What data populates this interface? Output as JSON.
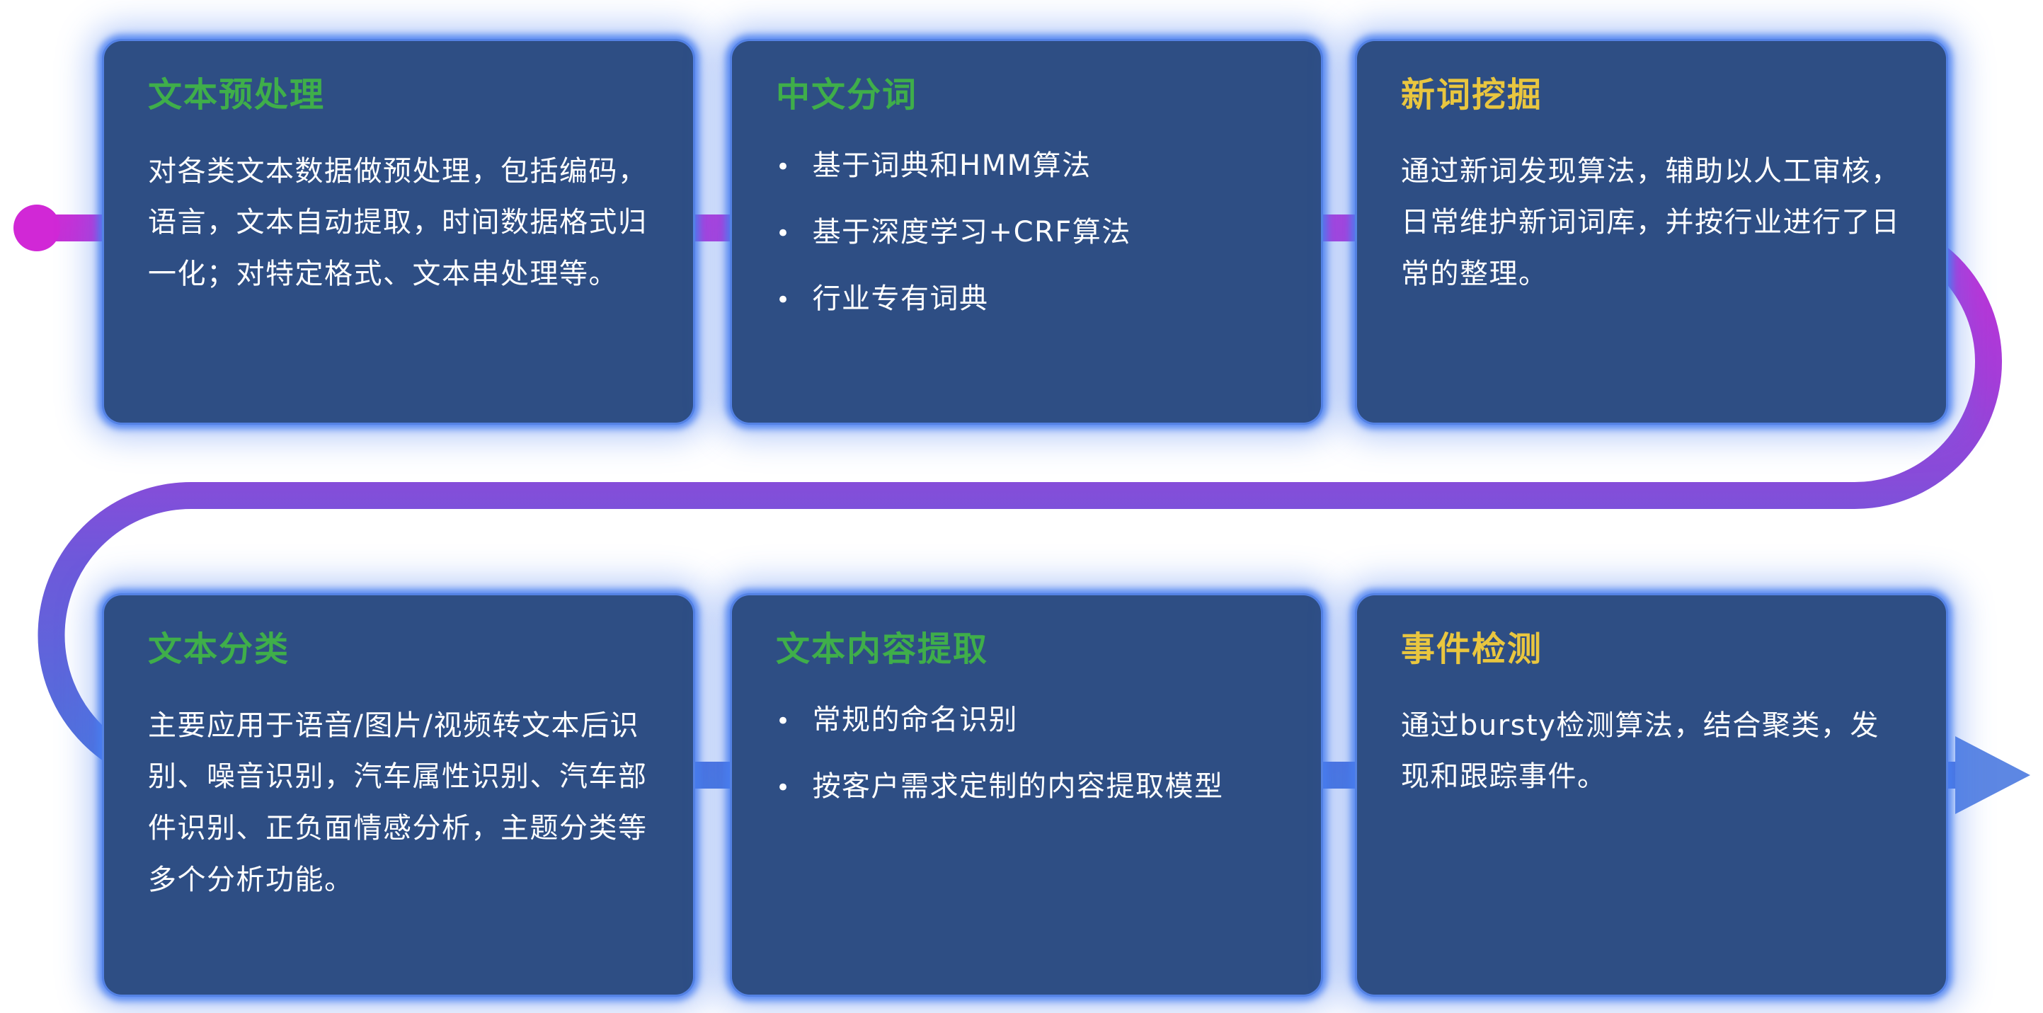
{
  "diagram": {
    "flow": {
      "start_dot_color": "#d128d6",
      "gradient": [
        "#cb2ed6",
        "#a33ed8",
        "#6f58da",
        "#4a75dc"
      ],
      "arrow_color": "#5d87e3",
      "line_width": 38
    },
    "accent_colors": {
      "card_background": "#2e4e84",
      "card_glow_blue": "#487ef0",
      "title_green": "#3fae4a",
      "title_yellow": "#e9c63f",
      "body_text": "#ffffff"
    },
    "cards": [
      {
        "id": "text-preprocessing",
        "title": "文本预处理",
        "title_color": "#3fae4a",
        "body": "对各类文本数据做预处理，包括编码，语言，文本自动提取，时间数据格式归一化；对特定格式、文本串处理等。"
      },
      {
        "id": "chinese-word-segmentation",
        "title": "中文分词",
        "title_color": "#3fae4a",
        "bullets": [
          "基于词典和HMM算法",
          "基于深度学习+CRF算法",
          "行业专有词典"
        ]
      },
      {
        "id": "new-word-mining",
        "title": "新词挖掘",
        "title_color": "#e9c63f",
        "body": "通过新词发现算法，辅助以人工审核，日常维护新词词库，并按行业进行了日常的整理。"
      },
      {
        "id": "text-classification",
        "title": "文本分类",
        "title_color": "#3fae4a",
        "body": "主要应用于语音/图片/视频转文本后识别、噪音识别，汽车属性识别、汽车部件识别、正负面情感分析，主题分类等多个分析功能。"
      },
      {
        "id": "text-content-extraction",
        "title": "文本内容提取",
        "title_color": "#3fae4a",
        "bullets": [
          "常规的命名识别",
          "按客户需求定制的内容提取模型"
        ]
      },
      {
        "id": "event-detection",
        "title": "事件检测",
        "title_color": "#e9c63f",
        "body": "通过bursty检测算法，结合聚类，发现和跟踪事件。"
      }
    ]
  }
}
